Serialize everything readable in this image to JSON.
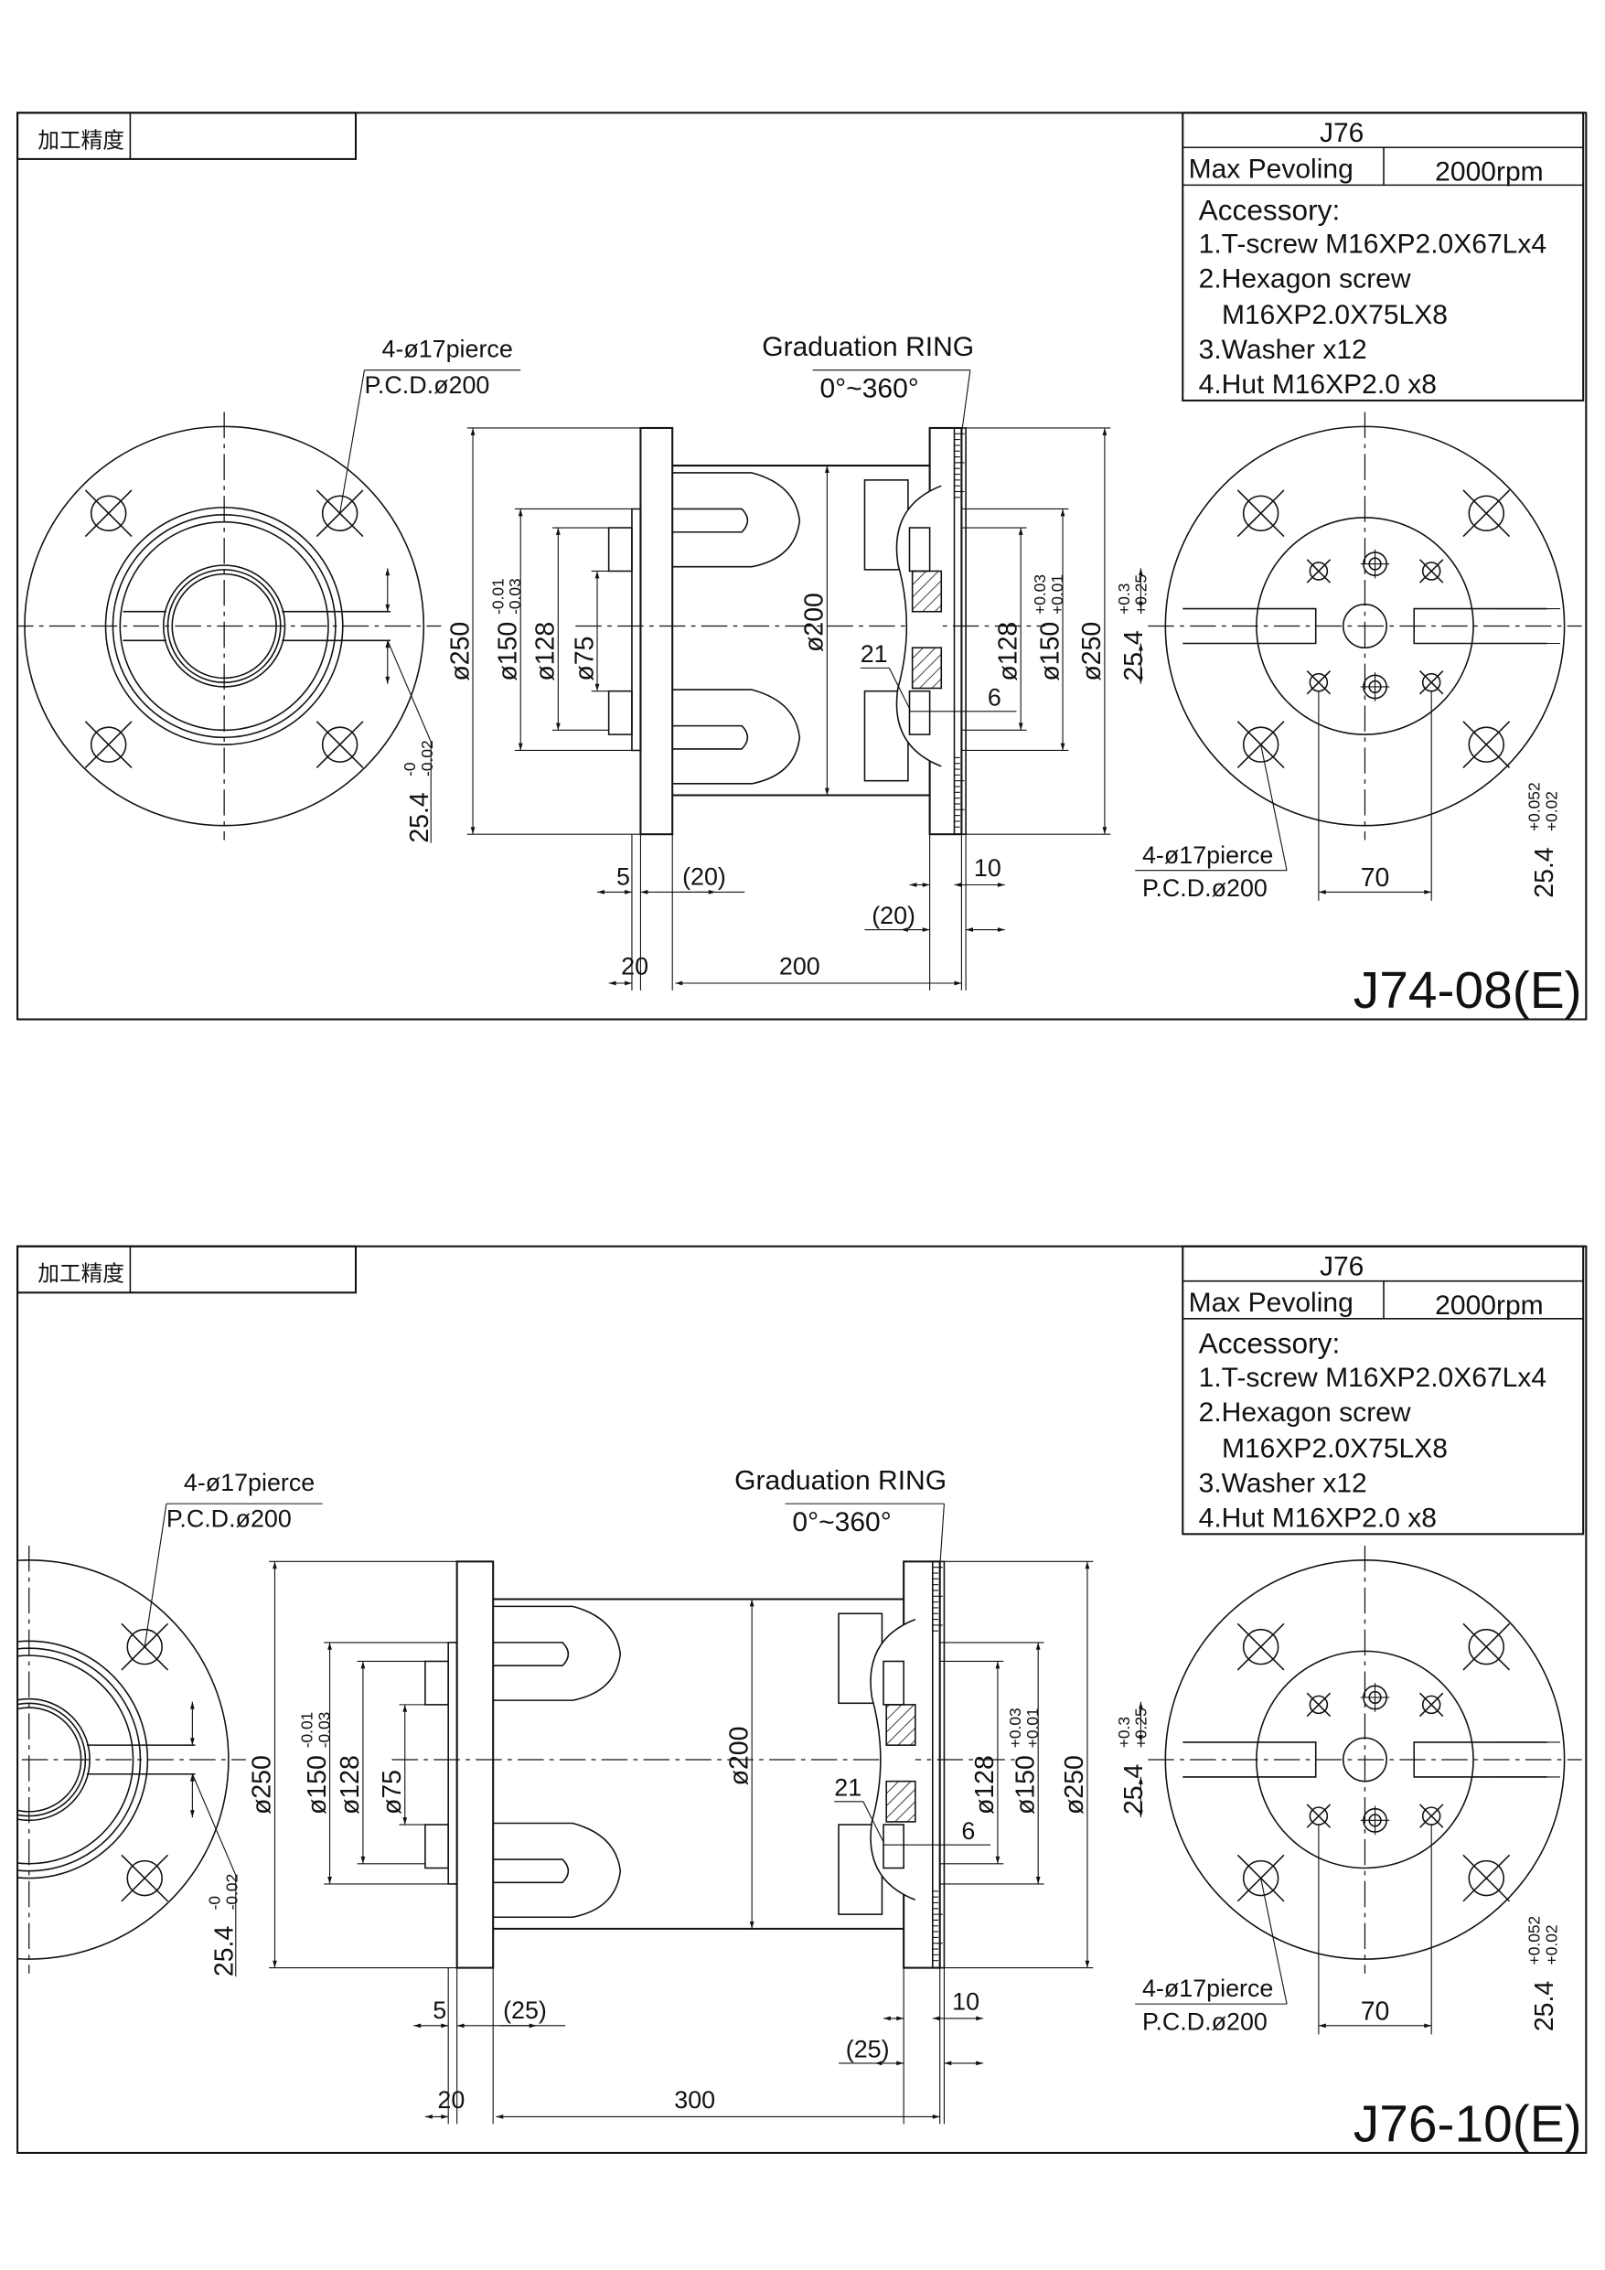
{
  "sheets": [
    {
      "precision_label": "加工精度",
      "spec": {
        "title": "J76",
        "speed_label": "Max Pevoling",
        "speed_value": "2000rpm",
        "accessory_title": "Accessory:",
        "accessories": [
          "1.T-screw M16XP2.0X67Lx4",
          "2.Hexagon screw",
          "M16XP2.0X75LX8",
          "3.Washer x12",
          "4.Hut M16XP2.0 x8"
        ]
      },
      "drawing_no": "J74-08(E)",
      "labels": {
        "pierce": "4-ø17pierce",
        "pcd": "P.C.D.ø200",
        "grad": "Graduation RING",
        "grad_range": "0°~360°",
        "pierce_right": "4-ø17pierce",
        "pcd_right": "P.C.D.ø200"
      },
      "dims": {
        "d250": "ø250",
        "d150": "ø150",
        "d150_up": "-0.01",
        "d150_low": "-0.03",
        "d128": "ø128",
        "d75": "ø75",
        "d200": "ø200",
        "d128_r": "ø128",
        "d150_r": "ø150",
        "d150_r_up": "+0.03",
        "d150_r_low": "+0.01",
        "d250_r": "ø250",
        "key_left": "25.4",
        "key_left_up": "-0",
        "key_left_low": "-0.02",
        "key_mid": "25.4",
        "key_mid_up": "+0.3",
        "key_mid_low": "+0.25",
        "key_right": "25.4",
        "key_right_up": "+0.052",
        "key_right_low": "+0.02",
        "w70": "70",
        "d5": "5",
        "d20p_left": "(20)",
        "d20": "20",
        "length": "200",
        "d20p_right": "(20)",
        "d10": "10",
        "d21": "21",
        "d6": "6"
      }
    },
    {
      "precision_label": "加工精度",
      "spec": {
        "title": "J76",
        "speed_label": "Max Pevoling",
        "speed_value": "2000rpm",
        "accessory_title": "Accessory:",
        "accessories": [
          "1.T-screw M16XP2.0X67Lx4",
          "2.Hexagon screw",
          "M16XP2.0X75LX8",
          "3.Washer x12",
          "4.Hut M16XP2.0 x8"
        ]
      },
      "drawing_no": "J76-10(E)",
      "labels": {
        "pierce": "4-ø17pierce",
        "pcd": "P.C.D.ø200",
        "grad": "Graduation RING",
        "grad_range": "0°~360°",
        "pierce_right": "4-ø17pierce",
        "pcd_right": "P.C.D.ø200"
      },
      "dims": {
        "d250": "ø250",
        "d150": "ø150",
        "d150_up": "-0.01",
        "d150_low": "-0.03",
        "d128": "ø128",
        "d75": "ø75",
        "d200": "ø200",
        "d128_r": "ø128",
        "d150_r": "ø150",
        "d150_r_up": "+0.03",
        "d150_r_low": "+0.01",
        "d250_r": "ø250",
        "key_left": "25.4",
        "key_left_up": "-0",
        "key_left_low": "-0.02",
        "key_mid": "25.4",
        "key_mid_up": "+0.3",
        "key_mid_low": "+0.25",
        "key_right": "25.4",
        "key_right_up": "+0.052",
        "key_right_low": "+0.02",
        "w70": "70",
        "d5": "5",
        "d20p_left": "(25)",
        "d20": "20",
        "length": "300",
        "d20p_right": "(25)",
        "d10": "10",
        "d21": "21",
        "d6": "6"
      }
    }
  ]
}
